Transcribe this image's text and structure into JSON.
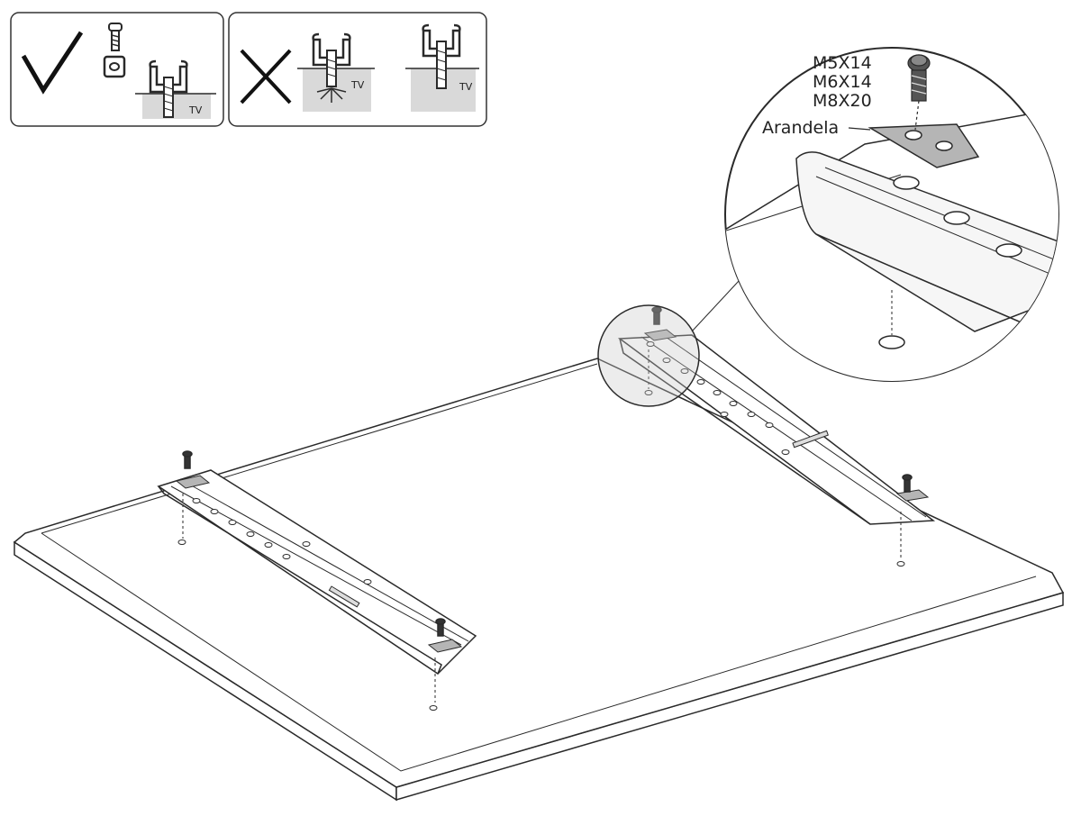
{
  "legend": {
    "correct": {
      "tv_label": "TV"
    },
    "incorrect": {
      "tv_label_a": "TV",
      "tv_label_b": "TV"
    }
  },
  "zoom_detail": {
    "screw_sizes": [
      "M5X14",
      "M6X14",
      "M8X20"
    ],
    "washer_label": "Arandela"
  },
  "colors": {
    "line": "#2a2a2a",
    "fill_gray": "#d9d9d9",
    "washer": "#b5b5b5"
  }
}
